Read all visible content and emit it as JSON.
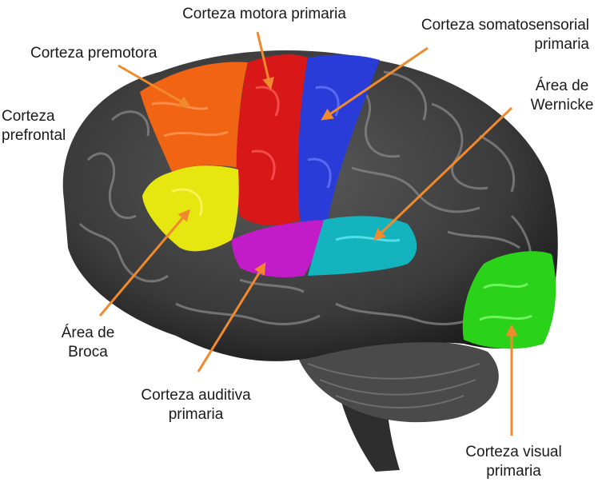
{
  "labels": {
    "motor": "Corteza motora primaria",
    "somato_1": "Corteza somatosensorial",
    "somato_2": "primaria",
    "premotor": "Corteza premotora",
    "prefrontal_1": "Corteza",
    "prefrontal_2": "prefrontal",
    "wernicke_1": "Área de",
    "wernicke_2": "Wernicke",
    "broca_1": "Área de",
    "broca_2": "Broca",
    "auditory_1": "Corteza auditiva",
    "auditory_2": "primaria",
    "visual_1": "Corteza visual",
    "visual_2": "primaria"
  },
  "colors": {
    "background": "#ffffff",
    "brain": "#3e3e3e",
    "brain_shadow": "#2a2a2a",
    "gyri_lines": "#8a8a8a",
    "arrow": "#f08a2c",
    "premotor": "#f06414",
    "motor": "#d81818",
    "somatosensory": "#2a3cd8",
    "broca": "#e6e610",
    "auditory": "#c21cc8",
    "wernicke": "#14b4be",
    "visual": "#2ad21a",
    "text": "#1a1a1a"
  }
}
